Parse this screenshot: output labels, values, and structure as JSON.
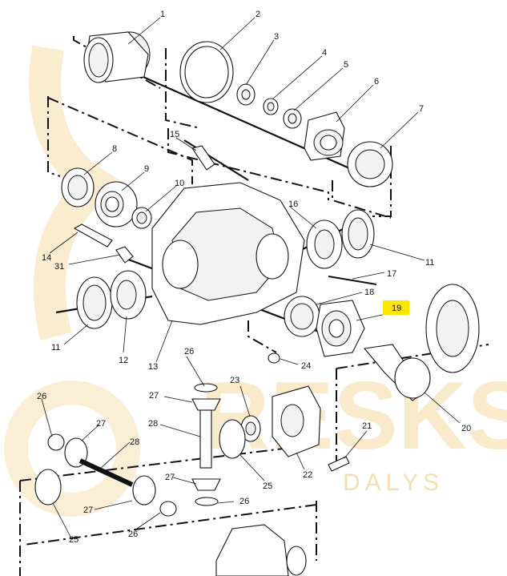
{
  "watermark": {
    "brand": "RESKSA",
    "sub": "DALYS"
  },
  "highlight": {
    "label": "19",
    "color": "#ffe600"
  },
  "labels": {
    "p1": "1",
    "p2": "2",
    "p3": "3",
    "p4": "4",
    "p5": "5",
    "p6": "6",
    "p7": "7",
    "p8": "8",
    "p9": "9",
    "p10": "10",
    "p11a": "11",
    "p11b": "11",
    "p12": "12",
    "p13": "13",
    "p14": "14",
    "p15": "15",
    "p16": "16",
    "p17": "17",
    "p18": "18",
    "p19": "19",
    "p20": "20",
    "p21": "21",
    "p22": "22",
    "p23": "23",
    "p24": "24",
    "p25a": "25",
    "p25b": "25",
    "p26a": "26",
    "p26b": "26",
    "p26c": "26",
    "p26d": "26",
    "p27a": "27",
    "p27b": "27",
    "p27c": "27",
    "p27d": "27",
    "p28a": "28",
    "p28b": "28",
    "p31": "31"
  }
}
